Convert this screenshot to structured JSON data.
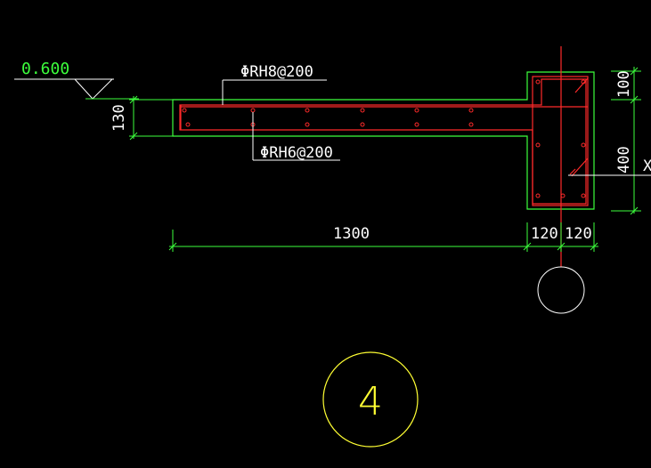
{
  "drawing": {
    "elevation_label": "0.600",
    "top_rebar_label": "ΦRH8@200",
    "bottom_rebar_label": "ΦRH6@200",
    "slab_thickness_label": "130",
    "slab_length_label": "1300",
    "beam_width_left_label": "120",
    "beam_width_right_label": "120",
    "beam_upper_label": "100",
    "beam_lower_label": "400",
    "edge_cut_label": "X",
    "section_number": "4"
  },
  "colors": {
    "background": "#000000",
    "outline": "#3dff3d",
    "rebar": "#ff2a2a",
    "annotation": "#ffffff",
    "section_circle": "#ffff33"
  }
}
